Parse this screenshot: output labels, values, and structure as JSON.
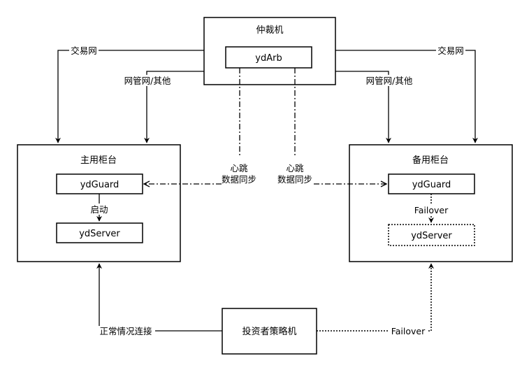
{
  "arbiter": {
    "title": "仲裁机",
    "process": "ydArb"
  },
  "primary_cabinet": {
    "title": "主用柜台",
    "guard": "ydGuard",
    "server": "ydServer",
    "start_label": "启动"
  },
  "backup_cabinet": {
    "title": "备用柜台",
    "guard": "ydGuard",
    "server": "ydServer",
    "failover_label": "Failover"
  },
  "strategy_machine": {
    "title": "投资者策略机"
  },
  "links": {
    "trading_net_left": "交易网",
    "trading_net_right": "交易网",
    "mgmt_net_left": "网管网/其他",
    "mgmt_net_right": "网管网/其他",
    "heartbeat_left_line1": "心跳",
    "heartbeat_left_line2": "数据同步",
    "heartbeat_right_line1": "心跳",
    "heartbeat_right_line2": "数据同步",
    "normal_connect": "正常情况连接",
    "failover_connect": "Failover"
  }
}
